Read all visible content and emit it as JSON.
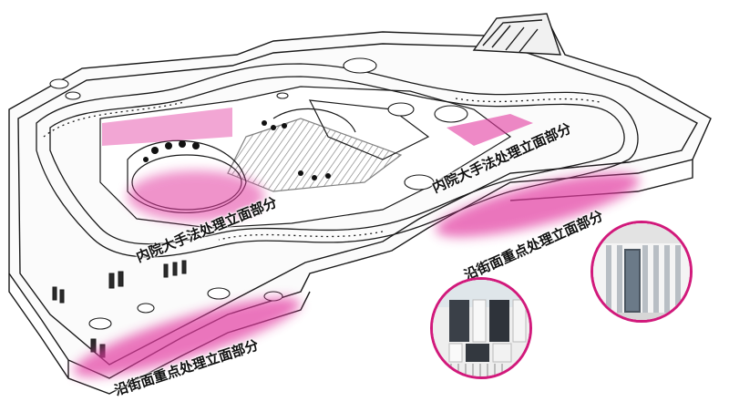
{
  "labels": {
    "inner_left": "内院大手法处理立面部分",
    "inner_right": "内院大手法处理立面部分",
    "street_right": "沿街面重点处理立面部分",
    "street_bottom": "沿街面重点处理立面部分"
  },
  "colors": {
    "highlight": "#e23aa0",
    "ring": "#d1197b",
    "line": "#1a1a1a"
  },
  "photos": [
    {
      "name": "facade-photo-left",
      "subject": "white facade with dark window bands"
    },
    {
      "name": "facade-photo-right",
      "subject": "grey facade with vertical louvers"
    }
  ]
}
